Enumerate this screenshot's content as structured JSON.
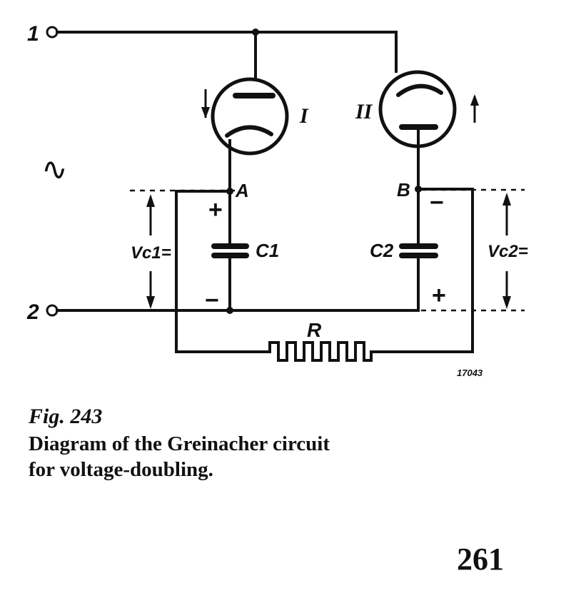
{
  "diagram": {
    "terminal_1": "1",
    "terminal_2": "2",
    "ac_symbol": "∿",
    "tube_1_label": "I",
    "tube_2_label": "II",
    "node_a": "A",
    "node_b": "B",
    "capacitor_1": "C1",
    "capacitor_2": "C2",
    "voltage_1": "Vc1=",
    "voltage_2": "Vc2=",
    "resistor": "R",
    "plus": "+",
    "minus": "−",
    "drawing_number": "17043"
  },
  "caption": {
    "figure_label": "Fig. 243",
    "text_line_1": "Diagram of the Greinacher circuit",
    "text_line_2": "for voltage-doubling."
  },
  "page_number": "261"
}
